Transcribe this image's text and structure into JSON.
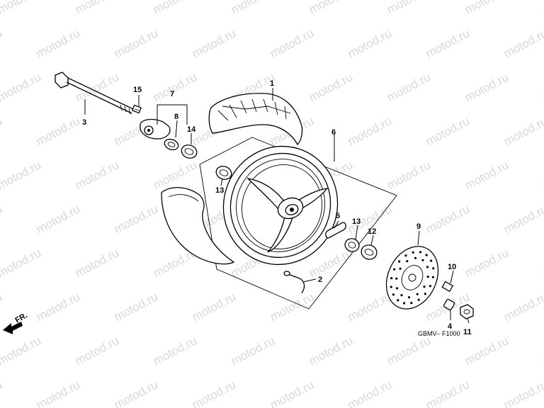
{
  "watermark": {
    "text": "motod.ru"
  },
  "diagram": {
    "code": "GBMV– F1000",
    "direction_label": "FR.",
    "callouts": [
      {
        "id": "c1",
        "text": "1"
      },
      {
        "id": "c2",
        "text": "2"
      },
      {
        "id": "c3",
        "text": "3"
      },
      {
        "id": "c4",
        "text": "4"
      },
      {
        "id": "c5",
        "text": "5"
      },
      {
        "id": "c6",
        "text": "6"
      },
      {
        "id": "c7",
        "text": "7"
      },
      {
        "id": "c8",
        "text": "8"
      },
      {
        "id": "c9",
        "text": "9"
      },
      {
        "id": "c10",
        "text": "10"
      },
      {
        "id": "c11",
        "text": "11"
      },
      {
        "id": "c12",
        "text": "12"
      },
      {
        "id": "c13a",
        "text": "13"
      },
      {
        "id": "c13b",
        "text": "13"
      },
      {
        "id": "c14",
        "text": "14"
      },
      {
        "id": "c15",
        "text": "15"
      }
    ]
  }
}
